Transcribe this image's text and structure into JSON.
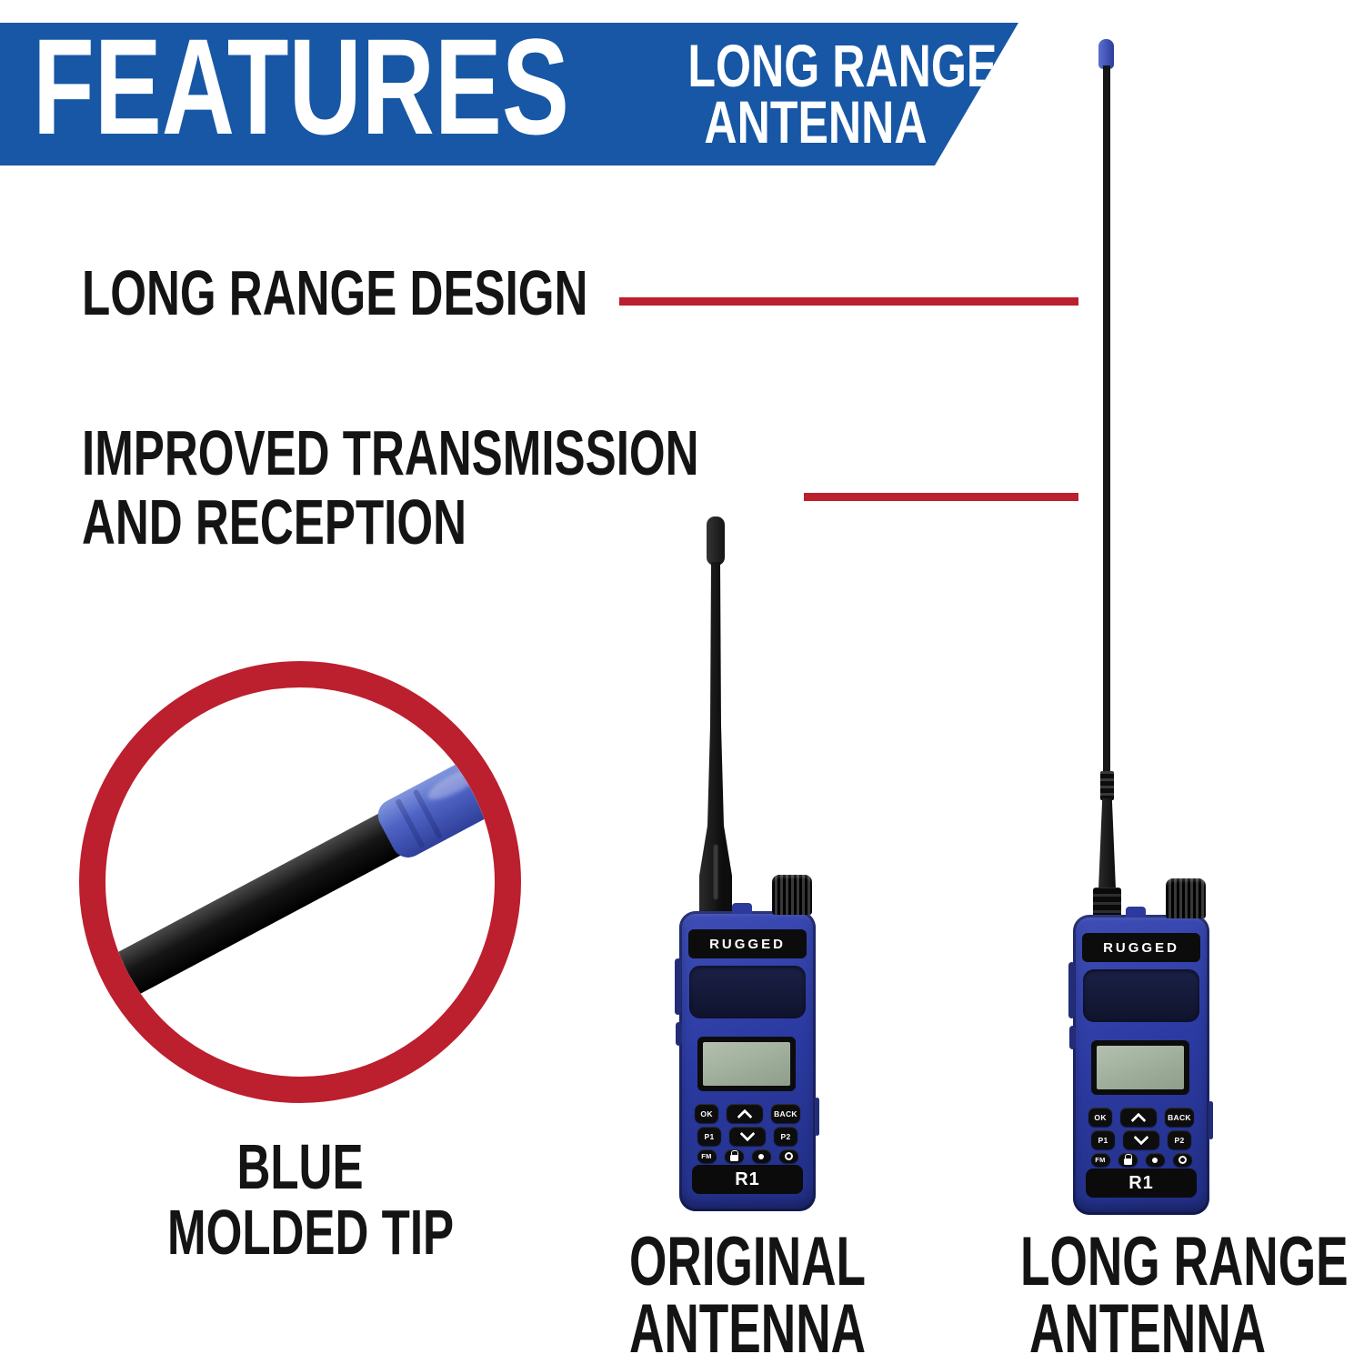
{
  "banner": {
    "title": "FEATURES",
    "tagline_line1": "LONG RANGE",
    "tagline_line2": "ANTENNA",
    "bg_color": "#1757a5"
  },
  "callouts": {
    "feature1_line1": "LONG RANGE DESIGN",
    "feature2_line1": "IMPROVED TRANSMISSION",
    "feature2_line2": "AND RECEPTION"
  },
  "inset": {
    "caption_line1": "BLUE",
    "caption_line2": "MOLDED TIP",
    "ring_color": "#bc1f2e",
    "tip_color": "#5064c6",
    "subject": "close-up photo of blue molded antenna tip on black whip rod"
  },
  "radio": {
    "brand": "RUGGED",
    "model": "R1",
    "body_color": "#2c3ba3",
    "keys": {
      "ok": "OK",
      "back": "BACK",
      "p1": "P1",
      "p2": "P2",
      "fm": "FM"
    },
    "key_icons": [
      "chevron-up-icon",
      "chevron-down-icon",
      "lock-icon",
      "flashlight-icon",
      "location-pin-icon"
    ]
  },
  "labels": {
    "original_line1": "ORIGINAL",
    "original_line2": "ANTENNA",
    "long_range_line1": "LONG RANGE",
    "long_range_line2": "ANTENNA"
  },
  "colors": {
    "accent_red": "#bc1f2e",
    "banner_blue": "#1757a5",
    "text_black": "#141414"
  }
}
